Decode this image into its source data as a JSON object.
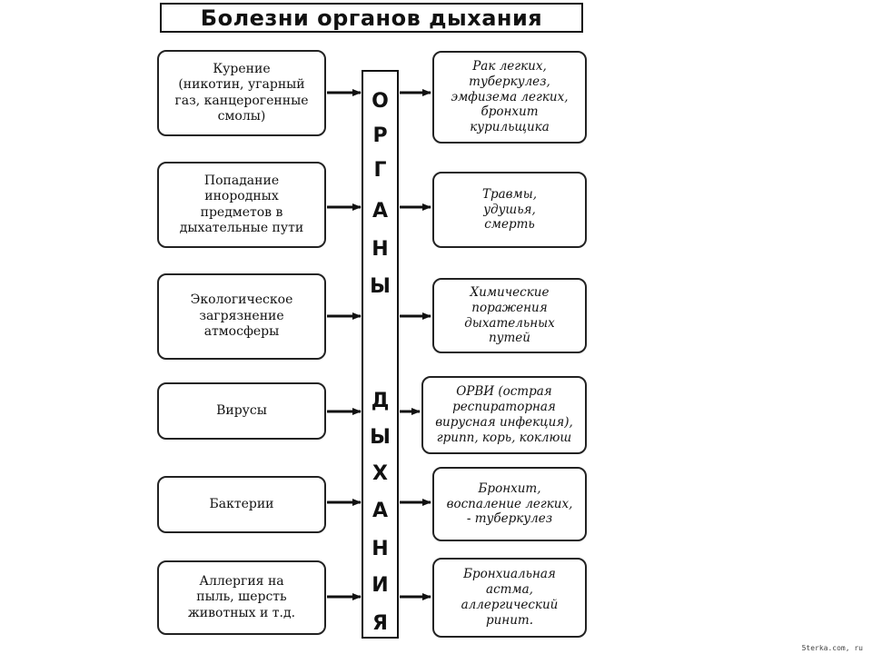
{
  "title": "Болезни органов дыхания",
  "center_label": {
    "word1": [
      "О",
      "Р",
      "Г",
      "А",
      "Н",
      "Ы"
    ],
    "word2": [
      "Д",
      "Ы",
      "Х",
      "А",
      "Н",
      "И",
      "Я"
    ]
  },
  "causes": [
    "Курение\n(никотин, угарный\nгаз, канцерогенные\nсмолы)",
    "Попадание\nинородных\nпредметов в\nдыхательные пути",
    "Экологическое\nзагрязнение\nатмосферы",
    "Вирусы",
    "Бактерии",
    "Аллергия на\nпыль, шерсть\nживотных и т.д."
  ],
  "effects": [
    "Рак легких,\nтуберкулез,\nэмфизема легких,\nбронхит\nкурильщика",
    "Травмы,\nудушья,\nсмерть",
    "Химические\nпоражения\nдыхательных\nпутей",
    "ОРВИ (острая\nреспираторная\nвирусная инфекция),\nгрипп, корь, коклюш",
    "Бронхит,\nвоспаление легких,\n- туберкулез",
    "Бронхиальная\nастма,\nаллергический\nринит."
  ],
  "watermark": "5terka.com, ru"
}
